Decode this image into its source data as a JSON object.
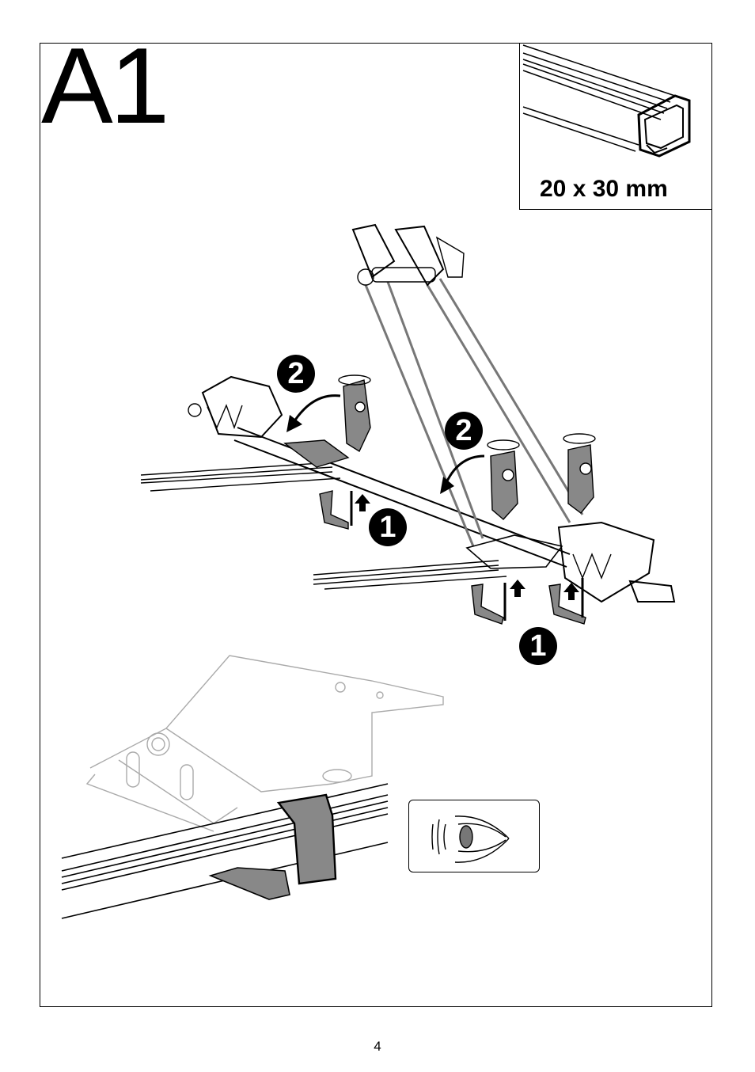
{
  "step": {
    "title": "A1"
  },
  "inset": {
    "dimension_label": "20 x 30 mm"
  },
  "badges": {
    "one": "1",
    "two": "2"
  },
  "icons": {
    "inspect": "eye-icon",
    "rotate": "rotate-arrow-icon",
    "push": "up-arrow-icon"
  },
  "footer": {
    "page_number": "4"
  }
}
